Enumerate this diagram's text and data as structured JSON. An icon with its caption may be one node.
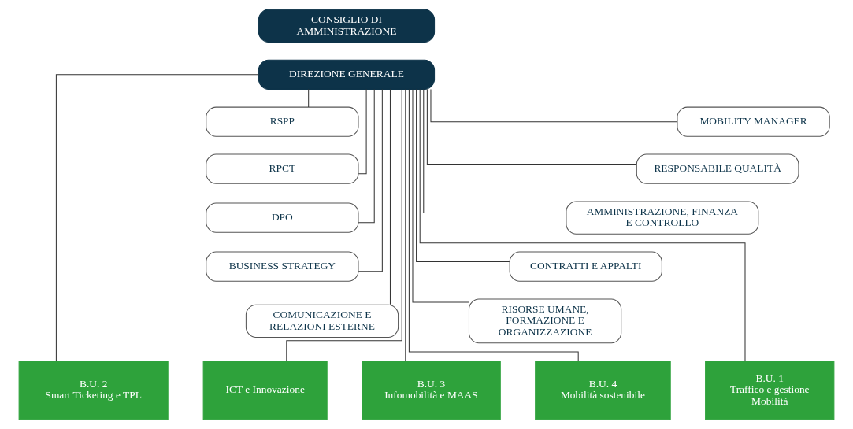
{
  "diagram": {
    "nodes": [
      {
        "text": [
          "CONSIGLIO DI AMMINISTRAZIONE"
        ]
      },
      {
        "text": [
          "DIREZIONE GENERALE"
        ]
      },
      {
        "text": [
          "RSPP"
        ]
      },
      {
        "text": [
          "MOBILITY MANAGER"
        ]
      },
      {
        "text": [
          "RPCT"
        ]
      },
      {
        "text": [
          "RESPONSABILE QUALITÀ"
        ]
      },
      {
        "text": [
          "DPO"
        ]
      },
      {
        "text": [
          "AMMINISTRAZIONE, FINANZA E CONTROLLO"
        ]
      },
      {
        "text": [
          "BUSINESS STRATEGY"
        ]
      },
      {
        "text": [
          "CONTRATTI E APPALTI"
        ]
      },
      {
        "text": [
          "COMUNICAZIONE E RELAZIONI ESTERNE"
        ]
      },
      {
        "text": [
          "RISORSE UMANE, FORMAZIONE E ORGANIZZAZIONE"
        ]
      },
      {
        "text": [
          "B.U. 1",
          "Traffico e gestione Mobilità"
        ]
      },
      {
        "text": [
          "B.U. 2",
          "Smart Ticketing e TPL"
        ]
      },
      {
        "text": [
          "ICT e Innovazione"
        ]
      },
      {
        "text": [
          "B.U. 3",
          "Infomobilità e MAAS"
        ]
      },
      {
        "text": [
          "B.U. 4",
          "Mobilità sostenibile"
        ]
      }
    ],
    "edges": [
      {
        "from": 1,
        "to": 2,
        "arrow": "none"
      },
      {
        "from": 1,
        "to": 4,
        "arrow": "none"
      },
      {
        "from": 1,
        "to": 6,
        "arrow": "none"
      },
      {
        "from": 1,
        "to": 3,
        "arrow": "none"
      },
      {
        "from": 1,
        "to": 5,
        "arrow": "none"
      },
      {
        "from": 1,
        "to": 7,
        "arrow": "none"
      },
      {
        "from": 1,
        "to": 8,
        "arrow": "none"
      },
      {
        "from": 1,
        "to": 9,
        "arrow": "none"
      },
      {
        "from": 1,
        "to": 10,
        "arrow": "none"
      },
      {
        "from": 1,
        "to": 11,
        "arrow": "none"
      },
      {
        "from": 1,
        "to": 12,
        "arrow": "none"
      },
      {
        "from": 1,
        "to": 13,
        "arrow": "none"
      },
      {
        "from": 1,
        "to": 14,
        "arrow": "none"
      },
      {
        "from": 1,
        "to": 15,
        "arrow": "none"
      },
      {
        "from": 1,
        "to": 16,
        "arrow": "none"
      }
    ]
  }
}
